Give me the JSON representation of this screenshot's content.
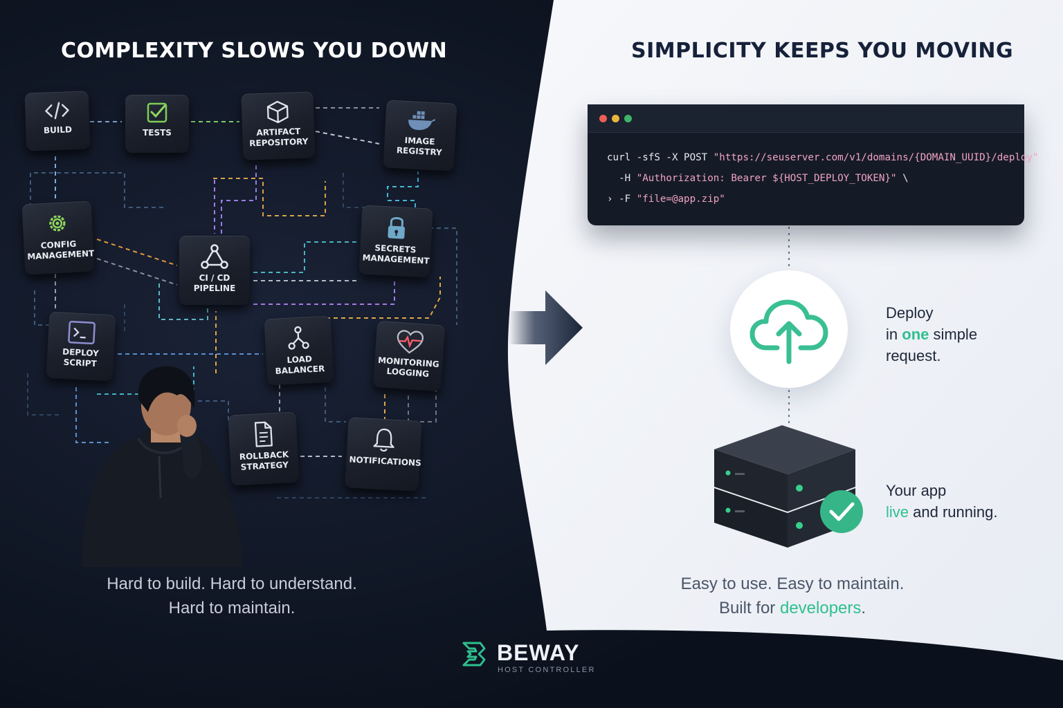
{
  "left": {
    "heading": "COMPLEXITY SLOWS YOU DOWN",
    "nodes": [
      {
        "label": "BUILD",
        "icon": "code-icon"
      },
      {
        "label": "TESTS",
        "icon": "checkbox-icon"
      },
      {
        "label": "ARTIFACT REPOSITORY",
        "icon": "package-cube-icon"
      },
      {
        "label": "IMAGE REGISTRY",
        "icon": "docker-whale-icon"
      },
      {
        "label": "CONFIG MANAGEMENT",
        "icon": "gear-icon"
      },
      {
        "label": "CI / CD PIPELINE",
        "icon": "pipeline-graph-icon"
      },
      {
        "label": "SECRETS MANAGEMENT",
        "icon": "lock-icon"
      },
      {
        "label": "DEPLOY SCRIPT",
        "icon": "terminal-icon"
      },
      {
        "label": "LOAD BALANCER",
        "icon": "load-balancer-icon"
      },
      {
        "label": "MONITORING LOGGING",
        "icon": "heartbeat-icon"
      },
      {
        "label": "ROLLBACK STRATEGY",
        "icon": "document-icon"
      },
      {
        "label": "NOTIFICATIONS",
        "icon": "bell-icon"
      }
    ],
    "caption_line1": "Hard to build. Hard to understand.",
    "caption_line2": "Hard to maintain."
  },
  "right": {
    "heading": "SIMPLICITY KEEPS YOU MOVING",
    "terminal": {
      "line1_cmd": "curl -sfS -X POST ",
      "line1_str": "\"https://seuserver.com/v1/domains/{DOMAIN_UUID}/deploy\"",
      "line1_end": " \\",
      "line2_cmd": "  -H ",
      "line2_str": "\"Authorization: Bearer ${HOST_DEPLOY_TOKEN}\"",
      "line2_end": " \\",
      "line3_cmd": "› -F ",
      "line3_str": "\"file=@app.zip\""
    },
    "deploy_text": {
      "line1": "Deploy",
      "line2_pre": "in ",
      "line2_accent": "one",
      "line2_post": " simple",
      "line3": "request."
    },
    "live_text": {
      "line1": "Your app",
      "line2_accent": "live",
      "line2_post": " and running."
    },
    "caption_line1": "Easy to use. Easy to maintain.",
    "caption_line2_pre": "Built for ",
    "caption_line2_accent": "developers",
    "caption_line2_post": "."
  },
  "brand": {
    "name": "BEWAY",
    "subtitle": "HOST CONTROLLER"
  },
  "colors": {
    "accent": "#2fbf8f",
    "dark_bg": "#0d1422",
    "light_bg": "#f1f3f8",
    "string": "#f0a3c4"
  }
}
